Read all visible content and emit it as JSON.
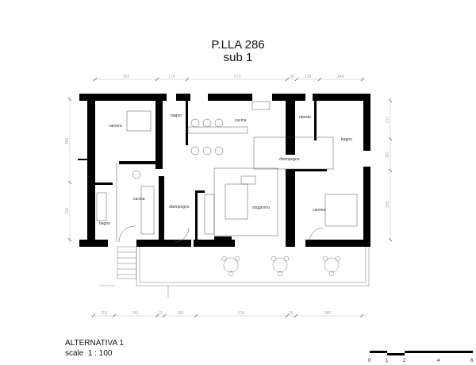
{
  "header": {
    "title": "P.LLA 286",
    "subtitle": "sub 1"
  },
  "rooms": {
    "camera_left": "camera",
    "bagno_top": "bagno",
    "cucina_main": "cucina",
    "riposto": "riposto",
    "bagno_right": "bagno",
    "disimpegno_right": "disimpegno",
    "cucina_left": "cucina",
    "disimpegno_left": "disimpegno",
    "soggiorno": "soggiorno",
    "camera_right": "camera",
    "bagno_left": "bagno"
  },
  "dimensions": {
    "top": [
      "361",
      "174",
      "573",
      "55",
      "129",
      "249"
    ],
    "bottom": [
      "116",
      "245",
      "13",
      "183",
      "516",
      "55",
      "380"
    ],
    "left": [
      "481",
      "316"
    ],
    "right": [
      "217",
      "187",
      "305"
    ]
  },
  "footer": {
    "label": "ALTERNATIVA 1",
    "scale": "scale  1 : 100"
  },
  "scale_bar": {
    "ticks": [
      "0",
      "1",
      "2",
      "4",
      "6"
    ]
  }
}
